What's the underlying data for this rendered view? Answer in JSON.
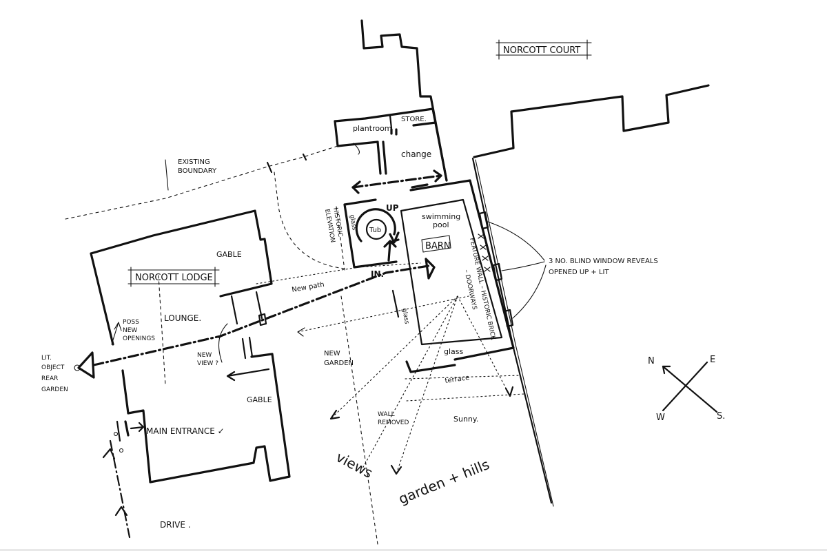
{
  "labels": {
    "norcott_court": "NORCOTT COURT",
    "norcott_lodge": "NORCOTT LODGE",
    "barn": "BARN",
    "plantroom": "plantroom",
    "store": "STORE.",
    "change": "change",
    "swimming": "swimming",
    "pool": "pool",
    "up": "UP",
    "tub": "Tub",
    "glass_left": "glass",
    "glass_mid": "glass",
    "glass_bottom": "glass",
    "historic_elevation_1": "HISTORIC",
    "historic_elevation_2": "ELEVATION",
    "feature_wall_1": "FEATURE WALL – HISTORIC BRICK",
    "feature_wall_2": "– DOORWAYS",
    "in": "IN.",
    "new_path": "New path",
    "existing_boundary_1": "EXISTING",
    "existing_boundary_2": "BOUNDARY",
    "gable_top": "GABLE",
    "gable_bottom": "GABLE",
    "lounge": "LOUNGE.",
    "poss_new_openings_1": "POSS",
    "poss_new_openings_2": "NEW",
    "poss_new_openings_3": "OPENINGS",
    "new_view_1": "NEW",
    "new_view_2": "VIEW ?",
    "lit_object_1": "LIT.",
    "lit_object_2": "OBJECT",
    "lit_object_3": "REAR",
    "lit_object_4": "GARDEN",
    "new_garden_1": "NEW",
    "new_garden_2": "GARDEN",
    "wall_removed_1": "WALL",
    "wall_removed_2": "REMOVED",
    "terrace": "terrace",
    "sunny": "Sunny.",
    "main_entrance": "MAIN ENTRANCE ✓",
    "drive": "DRIVE .",
    "views": "views",
    "garden_hills": "garden + hills",
    "blind_windows_1": "3 NO. BLIND WINDOW REVEALS",
    "blind_windows_2": "OPENED UP + LIT",
    "compass_n": "N",
    "compass_e": "E",
    "compass_s": "S.",
    "compass_w": "W"
  },
  "colors": {
    "ink": "#111111",
    "paper": "#ffffff"
  },
  "icons": [
    "compass-icon",
    "arrow-icon",
    "tick-icon"
  ]
}
